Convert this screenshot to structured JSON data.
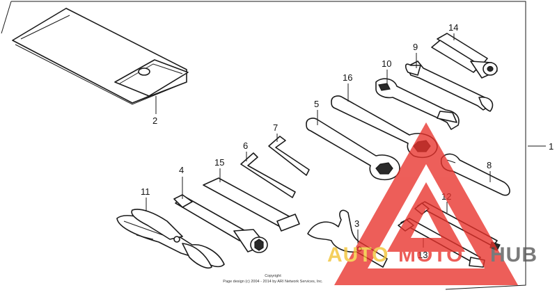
{
  "labels": {
    "p1": "1",
    "p2": "2",
    "p3": "3",
    "p4": "4",
    "p5": "5",
    "p6": "6",
    "p7": "7",
    "p8": "8",
    "p9": "9",
    "p10": "10",
    "p11": "11",
    "p12": "12",
    "p13": "13",
    "p14": "14",
    "p15": "15",
    "p16": "16"
  },
  "copyright": {
    "line1": "Copyright",
    "line2": "Page design (c) 2004 - 2014 by ARI Network Services, Inc."
  },
  "watermark": {
    "text_a": "AUTO",
    "text_b": "MOTO",
    "text_c": "HUB",
    "color_red": "#e8322b",
    "color_yellow": "#f2c230"
  }
}
